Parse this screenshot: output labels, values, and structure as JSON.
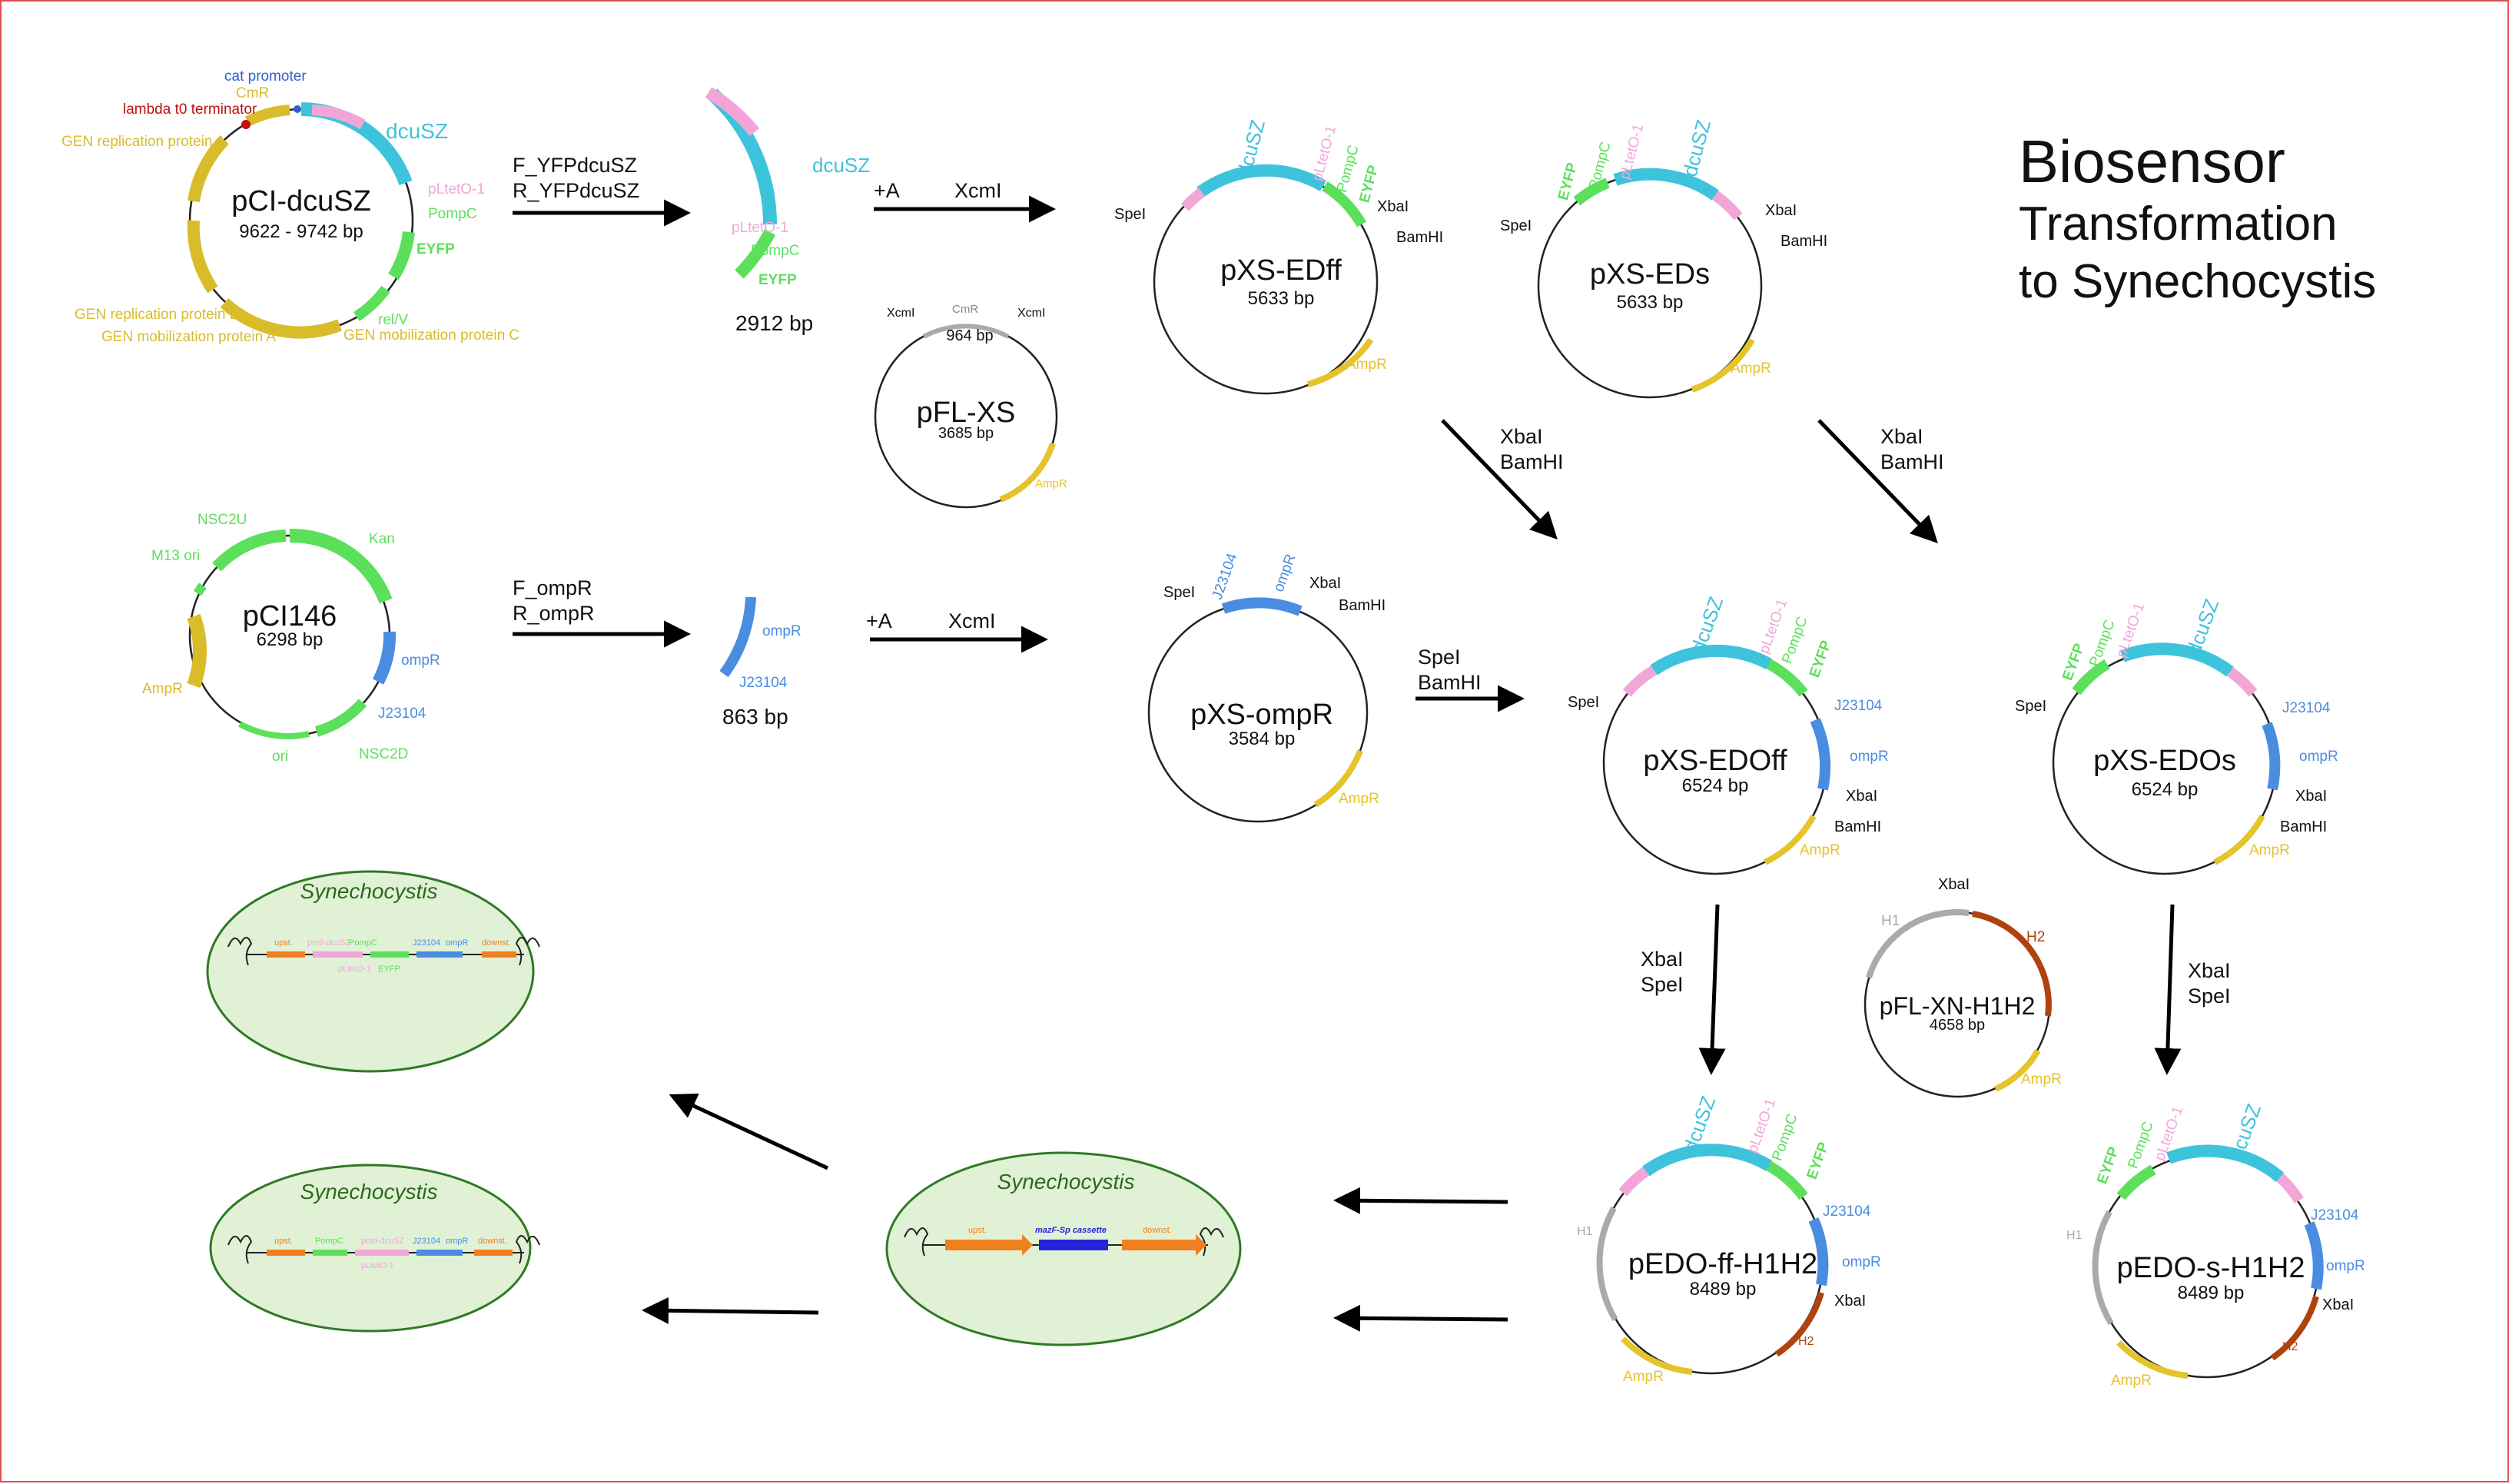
{
  "title": {
    "line1": "Biosensor",
    "line2": "Transformation",
    "line3": "to Synechocystis"
  },
  "colors": {
    "dcuSZ": "#3ec3dd",
    "tet": "#f2a6d8",
    "eyfp": "#5ce05c",
    "ompR": "#4a8de0",
    "amp": "#e5c32b",
    "gen": "#d8bc2a",
    "h2": "#b0420f",
    "h1": "#aaaaaa",
    "cell_fill": "#e1f1d6",
    "cell_stroke": "#2f7a24",
    "upstr": "#f0801e",
    "cassette": "#2424d8"
  },
  "plasmids": {
    "pCI_dcuSZ": {
      "name": "pCI-dcuSZ",
      "size": "9622 - 9742 bp",
      "dcuSZ": "dcuSZ",
      "pLtetO": "pLtetO-1",
      "pOmpC": "PompC",
      "eyfp": "EYFP",
      "rel": "rel/V",
      "gen_mob_c": "GEN mobilization protein C",
      "gen_mob_a": "GEN mobilization protein A",
      "gen_rep_b": "GEN replication protein B",
      "gen_rep_a": "GEN replication protein A",
      "cmr": "CmR",
      "terminator": "lambda t0 terminator",
      "cat": "cat promoter"
    },
    "frag_dcuSZ": {
      "size": "2912 bp",
      "dcuSZ": "dcuSZ",
      "pLtetO": "pLtetO-1",
      "pOmpC": "PompC",
      "eyfp": "EYFP"
    },
    "pFL_XS": {
      "name": "pFL-XS",
      "size": "3685 bp",
      "insert": "964 bp",
      "xcm1": "XcmI",
      "xcm2": "XcmI",
      "cmr": "CmR",
      "amp": "AmpR"
    },
    "pXS_EDff": {
      "name": "pXS-EDff",
      "size": "5633 bp",
      "dcuSZ": "dcuSZ",
      "pLtetO": "pLtetO-1",
      "pOmpC": "PompC",
      "eyfp": "EYFP",
      "spe": "SpeI",
      "xba": "XbaI",
      "bam": "BamHI",
      "amp": "AmpR"
    },
    "pXS_EDs": {
      "name": "pXS-EDs",
      "size": "5633 bp",
      "dcuSZ": "dcuSZ",
      "pLtetO": "pLtetO-1",
      "pOmpC": "PompC",
      "eyfp": "EYFP",
      "spe": "SpeI",
      "xba": "XbaI",
      "bam": "BamHI",
      "amp": "AmpR"
    },
    "pCI146": {
      "name": "pCI146",
      "size": "6298 bp",
      "nsc2u": "NSC2U",
      "kan": "Kan",
      "m13": "M13 ori",
      "amp": "AmpR",
      "ompR": "ompR",
      "j23104": "J23104",
      "ori": "ori",
      "nsc2d": "NSC2D"
    },
    "frag_ompR": {
      "size": "863 bp",
      "ompR": "ompR",
      "j23104": "J23104"
    },
    "pXS_ompR": {
      "name": "pXS-ompR",
      "size": "3584 bp",
      "spe": "SpeI",
      "j23104": "J23104",
      "ompR": "ompR",
      "xba": "XbaI",
      "bam": "BamHI",
      "amp": "AmpR"
    },
    "pXS_EDOff": {
      "name": "pXS-EDOff",
      "size": "6524 bp",
      "dcuSZ": "dcuSZ",
      "pLtetO": "pLtetO-1",
      "pOmpC": "PompC",
      "eyfp": "EYFP",
      "spe": "SpeI",
      "j23104": "J23104",
      "ompR": "ompR",
      "xba": "XbaI",
      "bam": "BamHI",
      "amp": "AmpR"
    },
    "pXS_EDOs": {
      "name": "pXS-EDOs",
      "size": "6524 bp",
      "dcuSZ": "dcuSZ",
      "pLtetO": "pLtetO-1",
      "pOmpC": "PompC",
      "eyfp": "EYFP",
      "spe": "SpeI",
      "j23104": "J23104",
      "ompR": "ompR",
      "xba": "XbaI",
      "bam": "BamHI",
      "amp": "AmpR"
    },
    "pFL_XN_H1H2": {
      "name": "pFL-XN-H1H2",
      "size": "4658 bp",
      "xba": "XbaI",
      "h1": "H1",
      "h2": "H2",
      "amp": "AmpR"
    },
    "pEDO_ff_H1H2": {
      "name": "pEDO-ff-H1H2",
      "size": "8489 bp",
      "dcuSZ": "dcuSZ",
      "pLtetO": "pLtetO-1",
      "pOmpC": "PompC",
      "eyfp": "EYFP",
      "j23104": "J23104",
      "ompR": "ompR",
      "xba": "XbaI",
      "h1": "H1",
      "h2": "H2",
      "amp": "AmpR"
    },
    "pEDO_s_H1H2": {
      "name": "pEDO-s-H1H2",
      "size": "8489 bp",
      "dcuSZ": "dcuSZ",
      "pLtetO": "pLtetO-1",
      "pOmpC": "PompC",
      "eyfp": "EYFP",
      "j23104": "J23104",
      "ompR": "ompR",
      "xba": "XbaI",
      "h1": "H1",
      "h2": "H2",
      "amp": "AmpR"
    }
  },
  "steps": {
    "pcr1": {
      "l1": "F_YFPdcuSZ",
      "l2": "R_YFPdcuSZ"
    },
    "lig1": {
      "l1": "+A",
      "l2": "XcmI"
    },
    "pcr2": {
      "l1": "F_ompR",
      "l2": "R_ompR"
    },
    "lig2": {
      "l1": "+A",
      "l2": "XcmI"
    },
    "dig1": {
      "l1": "XbaI",
      "l2": "BamHI"
    },
    "dig2": {
      "l1": "XbaI",
      "l2": "BamHI"
    },
    "dig3": {
      "l1": "SpeI",
      "l2": "BamHI"
    },
    "dig4": {
      "l1": "XbaI",
      "l2": "SpeI"
    },
    "dig5": {
      "l1": "XbaI",
      "l2": "SpeI"
    }
  },
  "cells": {
    "wt": {
      "name": "Synechocystis",
      "upstr": "upst.",
      "cassette": "mazF-Sp cassette",
      "downstr": "downst."
    },
    "ff": {
      "name": "Synechocystis",
      "upstr": "upst.",
      "tet": "pmtl-dcuSZ",
      "pompc": "PompC",
      "j23104": "J23104",
      "ompR": "ompR",
      "downstr": "downst.",
      "tet2": "pLtetO-1",
      "eyfp": "EYFP"
    },
    "s": {
      "name": "Synechocystis",
      "upstr": "upst.",
      "pompc": "PompC",
      "tet": "pmtl-dcuSZ",
      "j23104": "J23104",
      "ompR": "ompR",
      "downstr": "downst.",
      "tet2": "pLtetO-1"
    }
  }
}
